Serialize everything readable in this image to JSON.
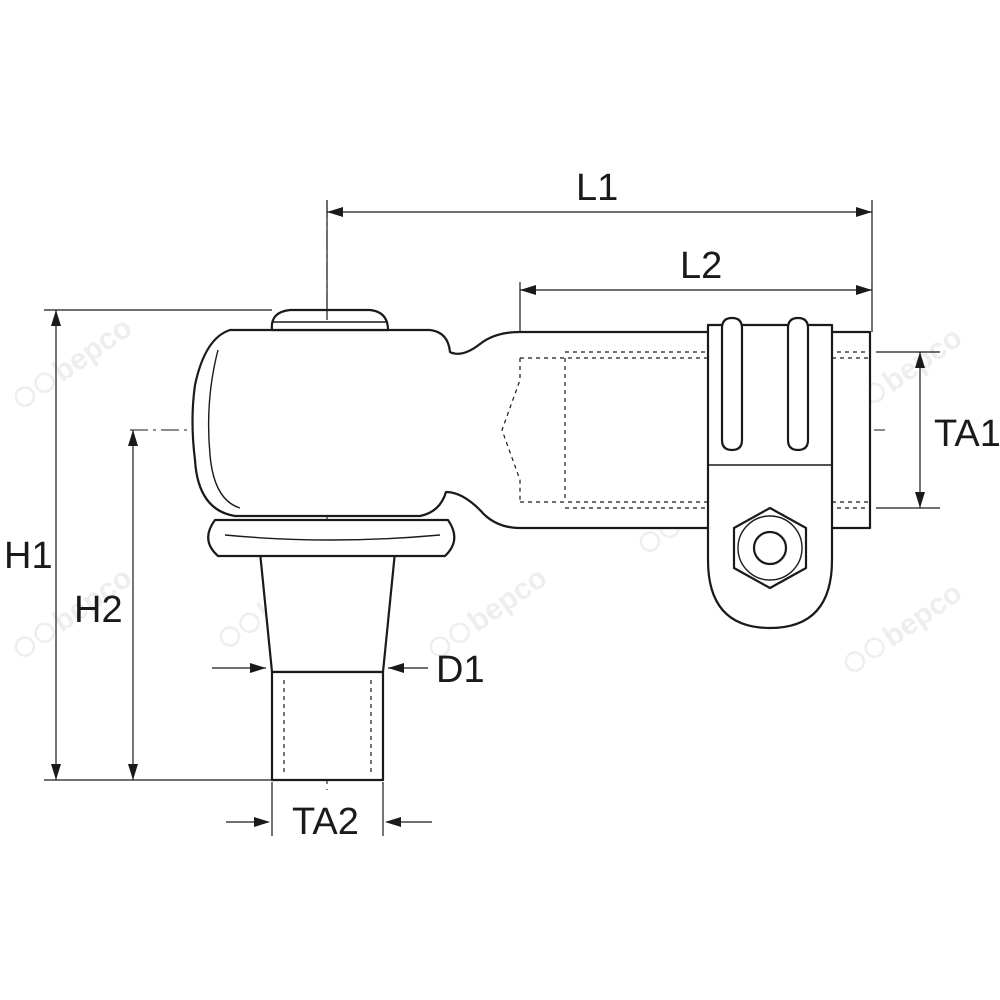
{
  "diagram": {
    "labels": {
      "l1": "L1",
      "l2": "L2",
      "ta1": "TA1",
      "h1": "H1",
      "h2": "H2",
      "d1": "D1",
      "ta2": "TA2"
    },
    "watermark": {
      "text": "bepco"
    },
    "colors": {
      "line": "#1a1a1a",
      "watermark": "#7d7d7d",
      "background": "#ffffff"
    }
  }
}
